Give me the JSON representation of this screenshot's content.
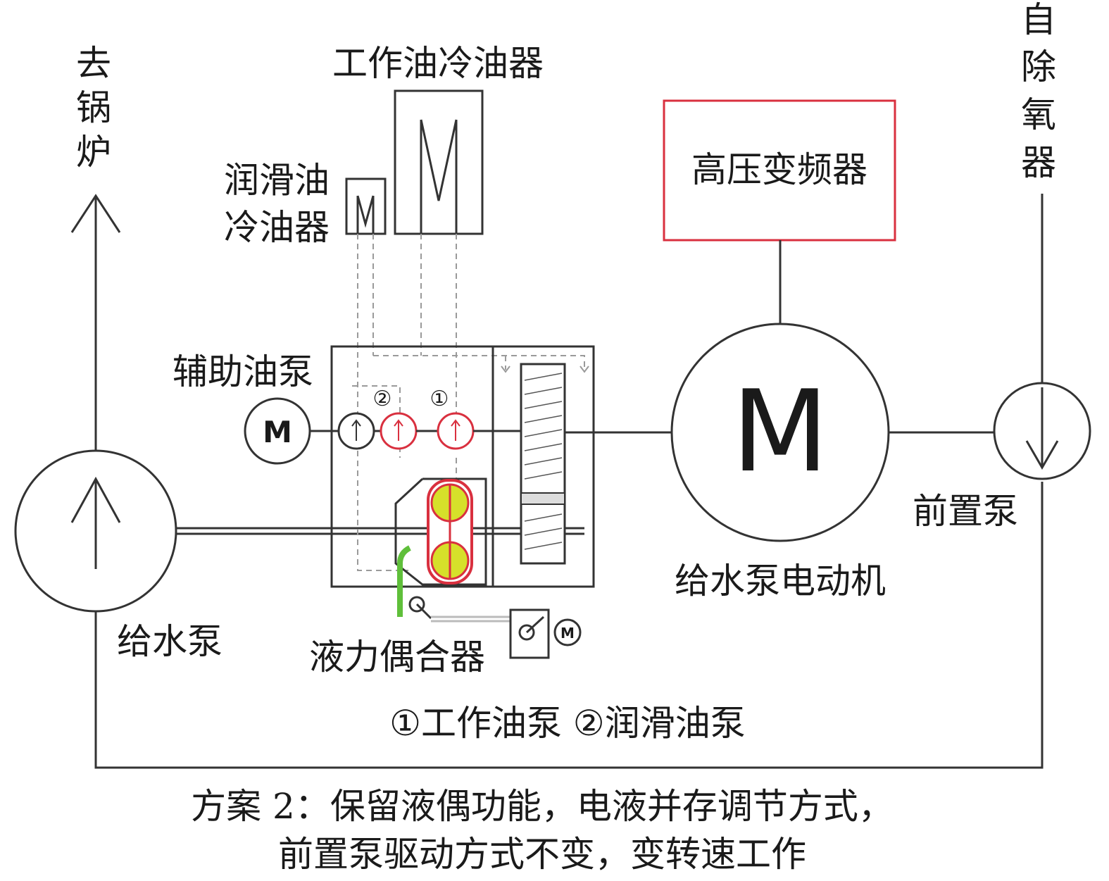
{
  "labels": {
    "to_boiler": [
      "去",
      "锅",
      "炉"
    ],
    "from_deaerator": [
      "自",
      "除",
      "氧",
      "器"
    ],
    "work_oil_cooler": "工作油冷油器",
    "lube_oil_cooler_l1": "润滑油",
    "lube_oil_cooler_l2": "冷油器",
    "vfd": "高压变频器",
    "aux_oil_pump": "辅助油泵",
    "feed_pump": "给水泵",
    "fluid_coupling": "液力偶合器",
    "motor": "给水泵电动机",
    "booster_pump": "前置泵",
    "legend": "①工作油泵  ②润滑油泵",
    "pump_num_1": "①",
    "pump_num_2": "②",
    "motor_symbol": "M",
    "small_motor_symbol": "M"
  },
  "caption": {
    "line1": "方案 2：保留液偶功能，电液并存调节方式，",
    "line2": "前置泵驱动方式不变，变转速工作"
  },
  "colors": {
    "line": "#333333",
    "red": "#d9303f",
    "yellow": "#d6e02a",
    "green": "#5fbf3a",
    "dashed": "#9a9a9a"
  }
}
